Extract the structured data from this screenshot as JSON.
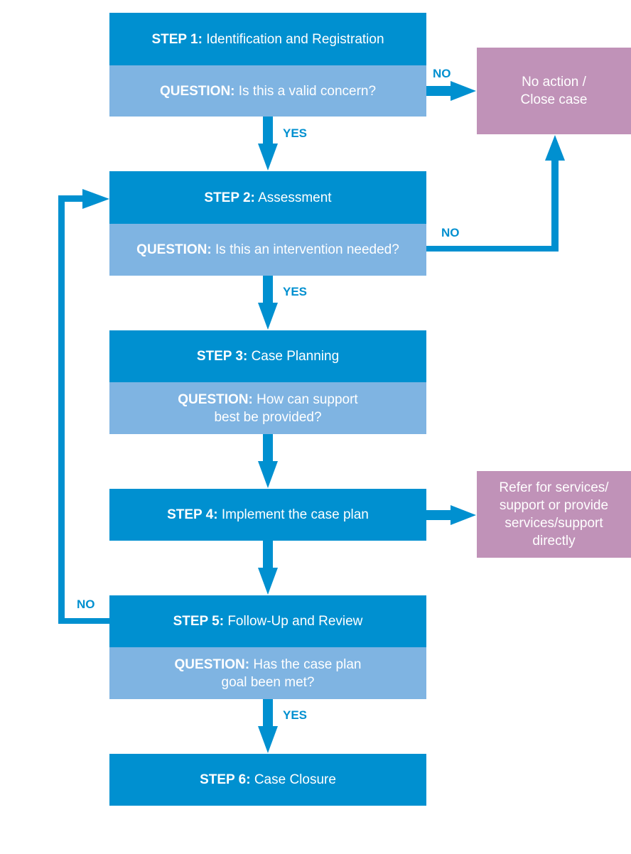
{
  "steps": [
    {
      "prefix": "STEP 1:",
      "text": "Identification and Registration",
      "question": {
        "prefix": "QUESTION:",
        "line1": "Is this a valid concern?"
      }
    },
    {
      "prefix": "STEP 2:",
      "text": "Assessment",
      "question": {
        "prefix": "QUESTION:",
        "line1": "Is this an intervention needed?"
      }
    },
    {
      "prefix": "STEP 3:",
      "text": "Case Planning",
      "question": {
        "prefix": "QUESTION:",
        "line1": "How can support",
        "line2": "best be provided?"
      }
    },
    {
      "prefix": "STEP 4:",
      "text": "Implement the case plan"
    },
    {
      "prefix": "STEP 5:",
      "text": "Follow-Up and Review",
      "question": {
        "prefix": "QUESTION:",
        "line1": "Has the case plan",
        "line2": "goal been met?"
      }
    },
    {
      "prefix": "STEP 6:",
      "text": "Case Closure"
    }
  ],
  "side_boxes": {
    "close": {
      "line1": "No action /",
      "line2": "Close case"
    },
    "refer": {
      "line1": "Refer for services/",
      "line2": "support or provide",
      "line3": "services/support",
      "line4": "directly"
    }
  },
  "labels": {
    "yes": "YES",
    "no": "NO"
  },
  "colors": {
    "step": "#0090d0",
    "question": "#7fb4e2",
    "side_box": "#c092b8",
    "arrow": "#0090d0"
  }
}
